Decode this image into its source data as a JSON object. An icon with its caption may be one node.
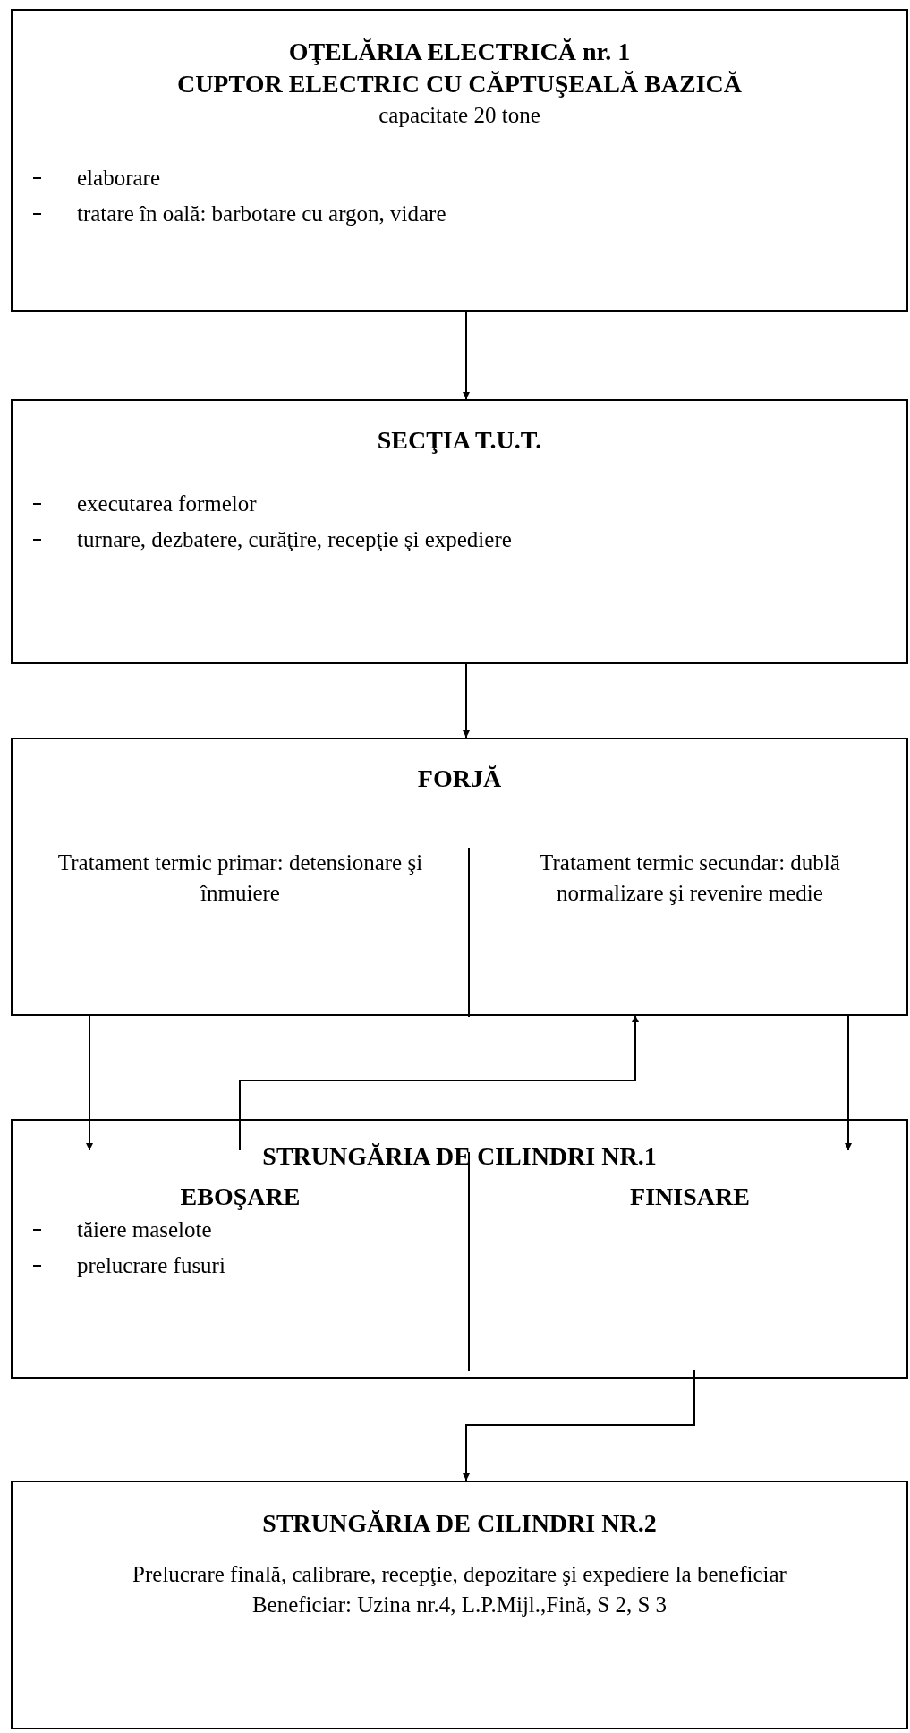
{
  "diagram": {
    "nodes": [
      {
        "text": [
          "OŢELĂRIA ELECTRICĂ nr. 1",
          "CUPTOR ELECTRIC CU CĂPTUŞEALĂ BAZICĂ",
          "capacitate 20 tone",
          "elaborare",
          "tratare în oală: barbotare cu argon, vidare"
        ]
      },
      {
        "text": [
          "SECŢIA T.U.T.",
          "executarea formelor",
          "turnare, dezbatere, curăţire, recepţie şi expediere"
        ]
      },
      {
        "text": [
          "FORJĂ"
        ]
      },
      {
        "text": [
          "Tratament termic primar: detensionare şi înmuiere"
        ],
        "in": 2
      },
      {
        "text": [
          "Tratament termic secundar: dublă normalizare şi revenire medie"
        ],
        "in": 2
      },
      {
        "text": [
          "STRUNGĂRIA DE CILINDRI NR.1"
        ]
      },
      {
        "text": [
          "EBOŞARE",
          "tăiere maselote",
          "prelucrare fusuri"
        ],
        "in": 5
      },
      {
        "text": [
          "FINISARE"
        ],
        "in": 5
      },
      {
        "text": [
          "STRUNGĂRIA DE CILINDRI NR.2",
          "Prelucrare finală, calibrare, recepţie, depozitare şi expediere la beneficiar",
          "Beneficiar: Uzina nr.4, L.P.Mijl.,Fină, S 2, S 3"
        ]
      }
    ],
    "edges": [
      {
        "from": 0,
        "to": 1,
        "arrow": "to"
      },
      {
        "from": 1,
        "to": 2,
        "arrow": "to"
      },
      {
        "from": 3,
        "to": 6,
        "arrow": "to"
      },
      {
        "from": 6,
        "to": 4,
        "arrow": "to"
      },
      {
        "from": 4,
        "to": 7,
        "arrow": "to"
      },
      {
        "from": 7,
        "to": 8,
        "arrow": "to"
      }
    ]
  }
}
